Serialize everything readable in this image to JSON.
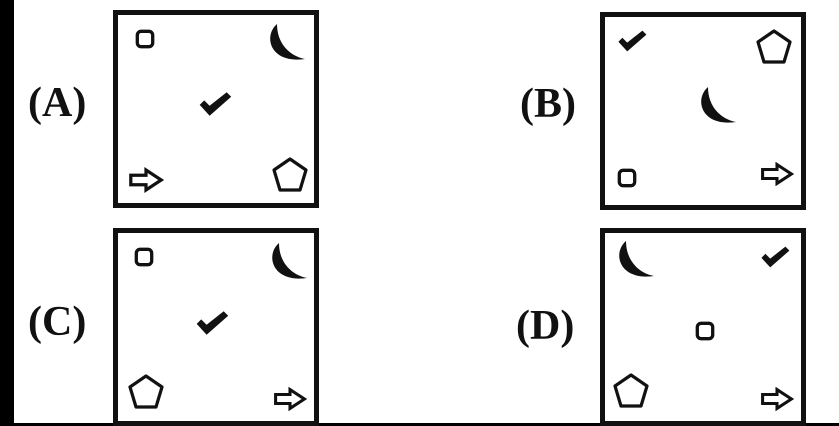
{
  "options": [
    {
      "label": "(A)",
      "symbols": [
        "square-icon",
        "crescent-moon-icon",
        "check-mark-icon",
        "right-arrow-icon",
        "pentagon-icon"
      ]
    },
    {
      "label": "(B)",
      "symbols": [
        "check-mark-icon",
        "pentagon-icon",
        "crescent-moon-icon",
        "square-icon",
        "right-arrow-icon"
      ]
    },
    {
      "label": "(C)",
      "symbols": [
        "square-icon",
        "crescent-moon-icon",
        "check-mark-icon",
        "pentagon-icon",
        "right-arrow-icon"
      ]
    },
    {
      "label": "(D)",
      "symbols": [
        "crescent-moon-icon",
        "check-mark-icon",
        "square-icon",
        "pentagon-icon",
        "right-arrow-icon"
      ]
    }
  ],
  "colors": {
    "ink": "#111111",
    "background": "#ffffff",
    "frame": "#000000"
  }
}
